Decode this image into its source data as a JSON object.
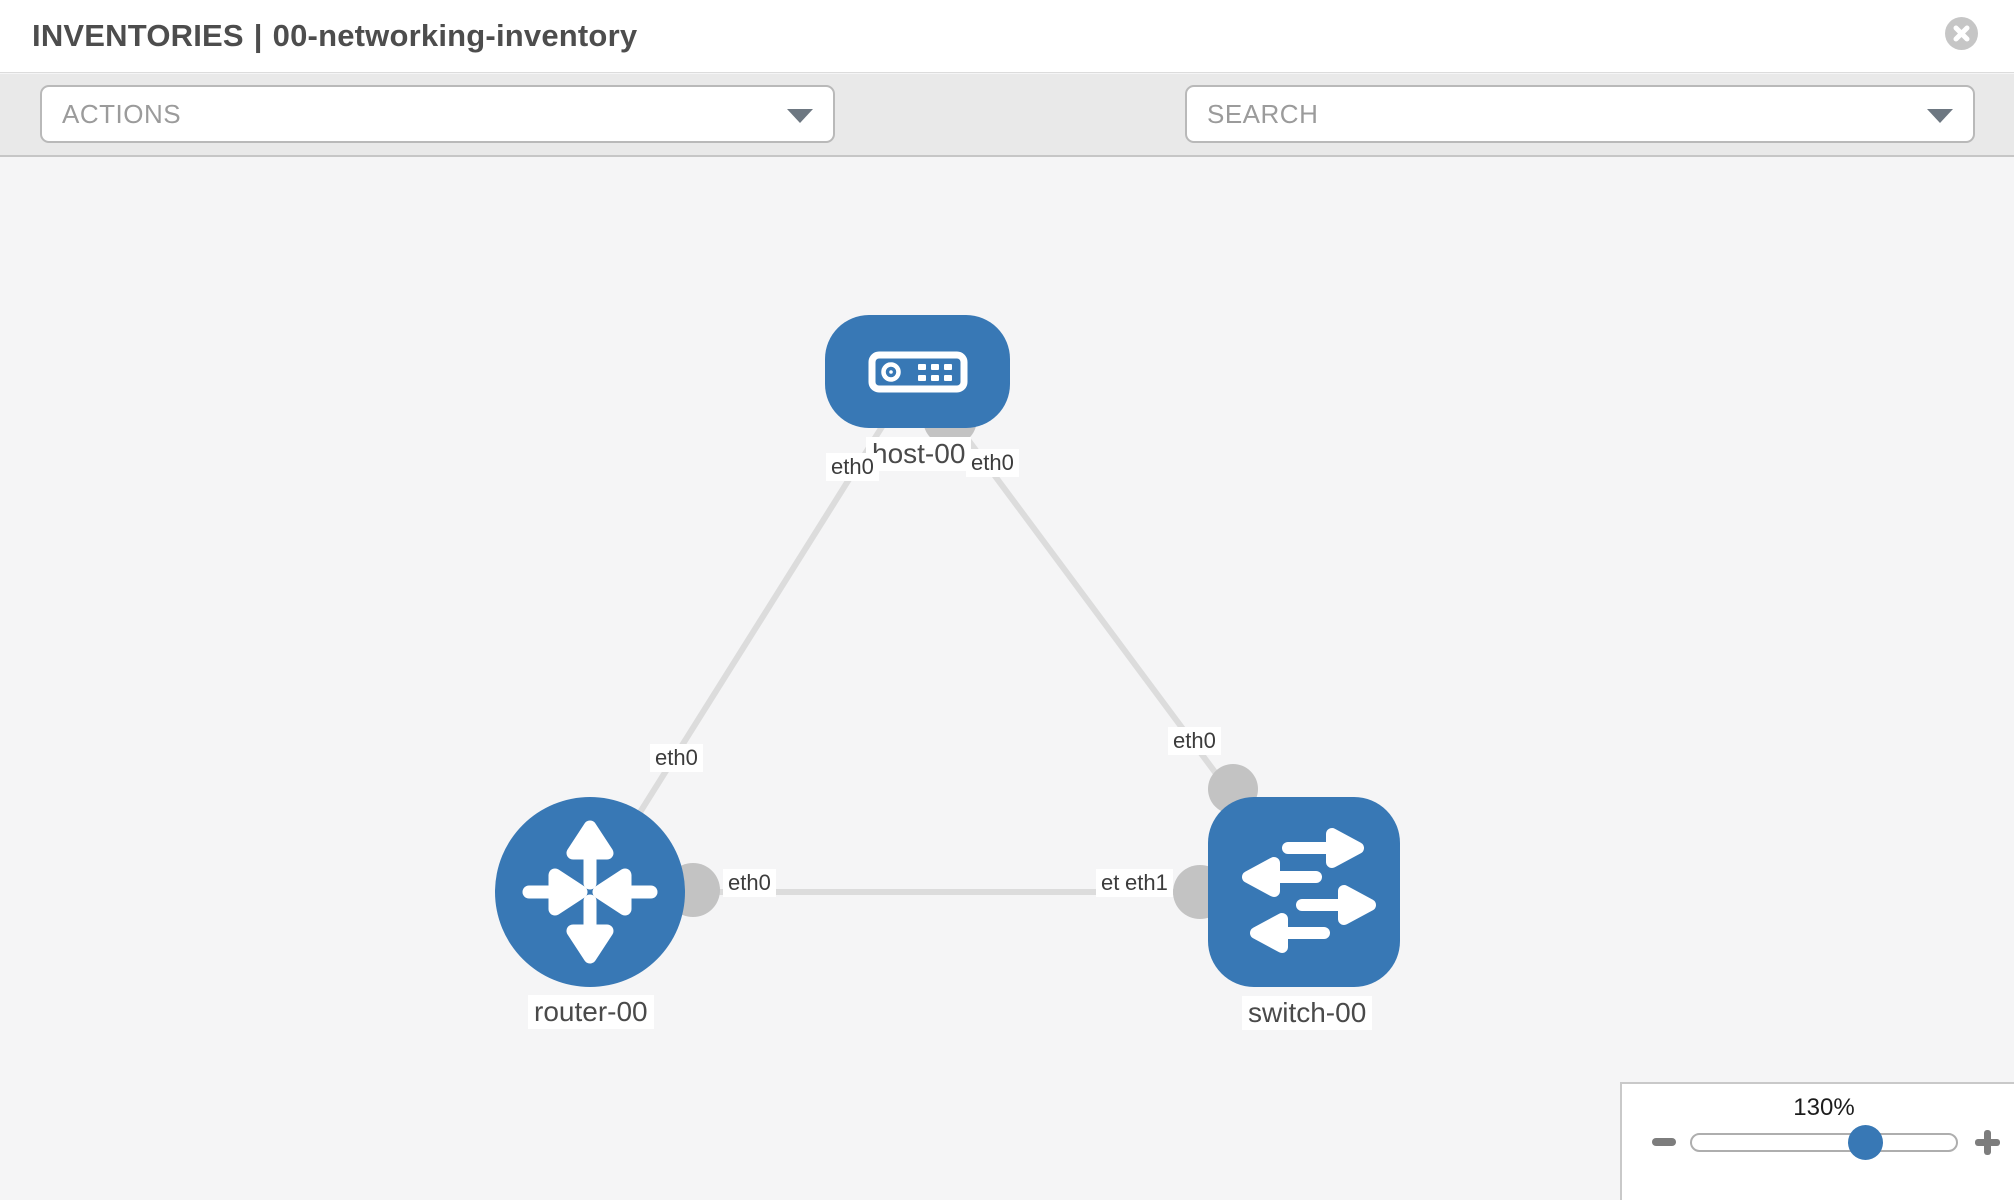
{
  "header": {
    "section": "INVENTORIES",
    "divider": "|",
    "name": "00-networking-inventory"
  },
  "toolbar": {
    "actions_label": "ACTIONS",
    "search_label": "SEARCH"
  },
  "topology": {
    "nodes": {
      "host": {
        "label": "host-00",
        "type": "host"
      },
      "router": {
        "label": "router-00",
        "type": "router"
      },
      "switch": {
        "label": "switch-00",
        "type": "switch"
      }
    },
    "interfaces": {
      "host_router_host_side": "eth0",
      "host_router_line": "eth0",
      "host_switch_host_side": "eth0",
      "host_switch_switch_side": "eth0",
      "router_switch_router_side": "eth0",
      "router_switch_switch_side_back": "eth0",
      "router_switch_switch_side_front": "eth1"
    }
  },
  "zoom_control": {
    "level": "130%"
  },
  "icons": {
    "close": "close-icon",
    "wrench": "wrench-icon",
    "key": "key-icon",
    "caret_down": "chevron-down-icon",
    "host": "host-device-icon",
    "router": "router-arrows-icon",
    "switch": "switch-arrows-icon",
    "zoom_out": "minus-icon",
    "zoom_in": "plus-icon"
  },
  "colors": {
    "node_blue": "#3878b5",
    "link_gray": "#dcdcdc",
    "connector_gray": "#c3c3c3",
    "toolbar_gray": "#e9e9e9",
    "title_gray": "#4d4d4d"
  }
}
